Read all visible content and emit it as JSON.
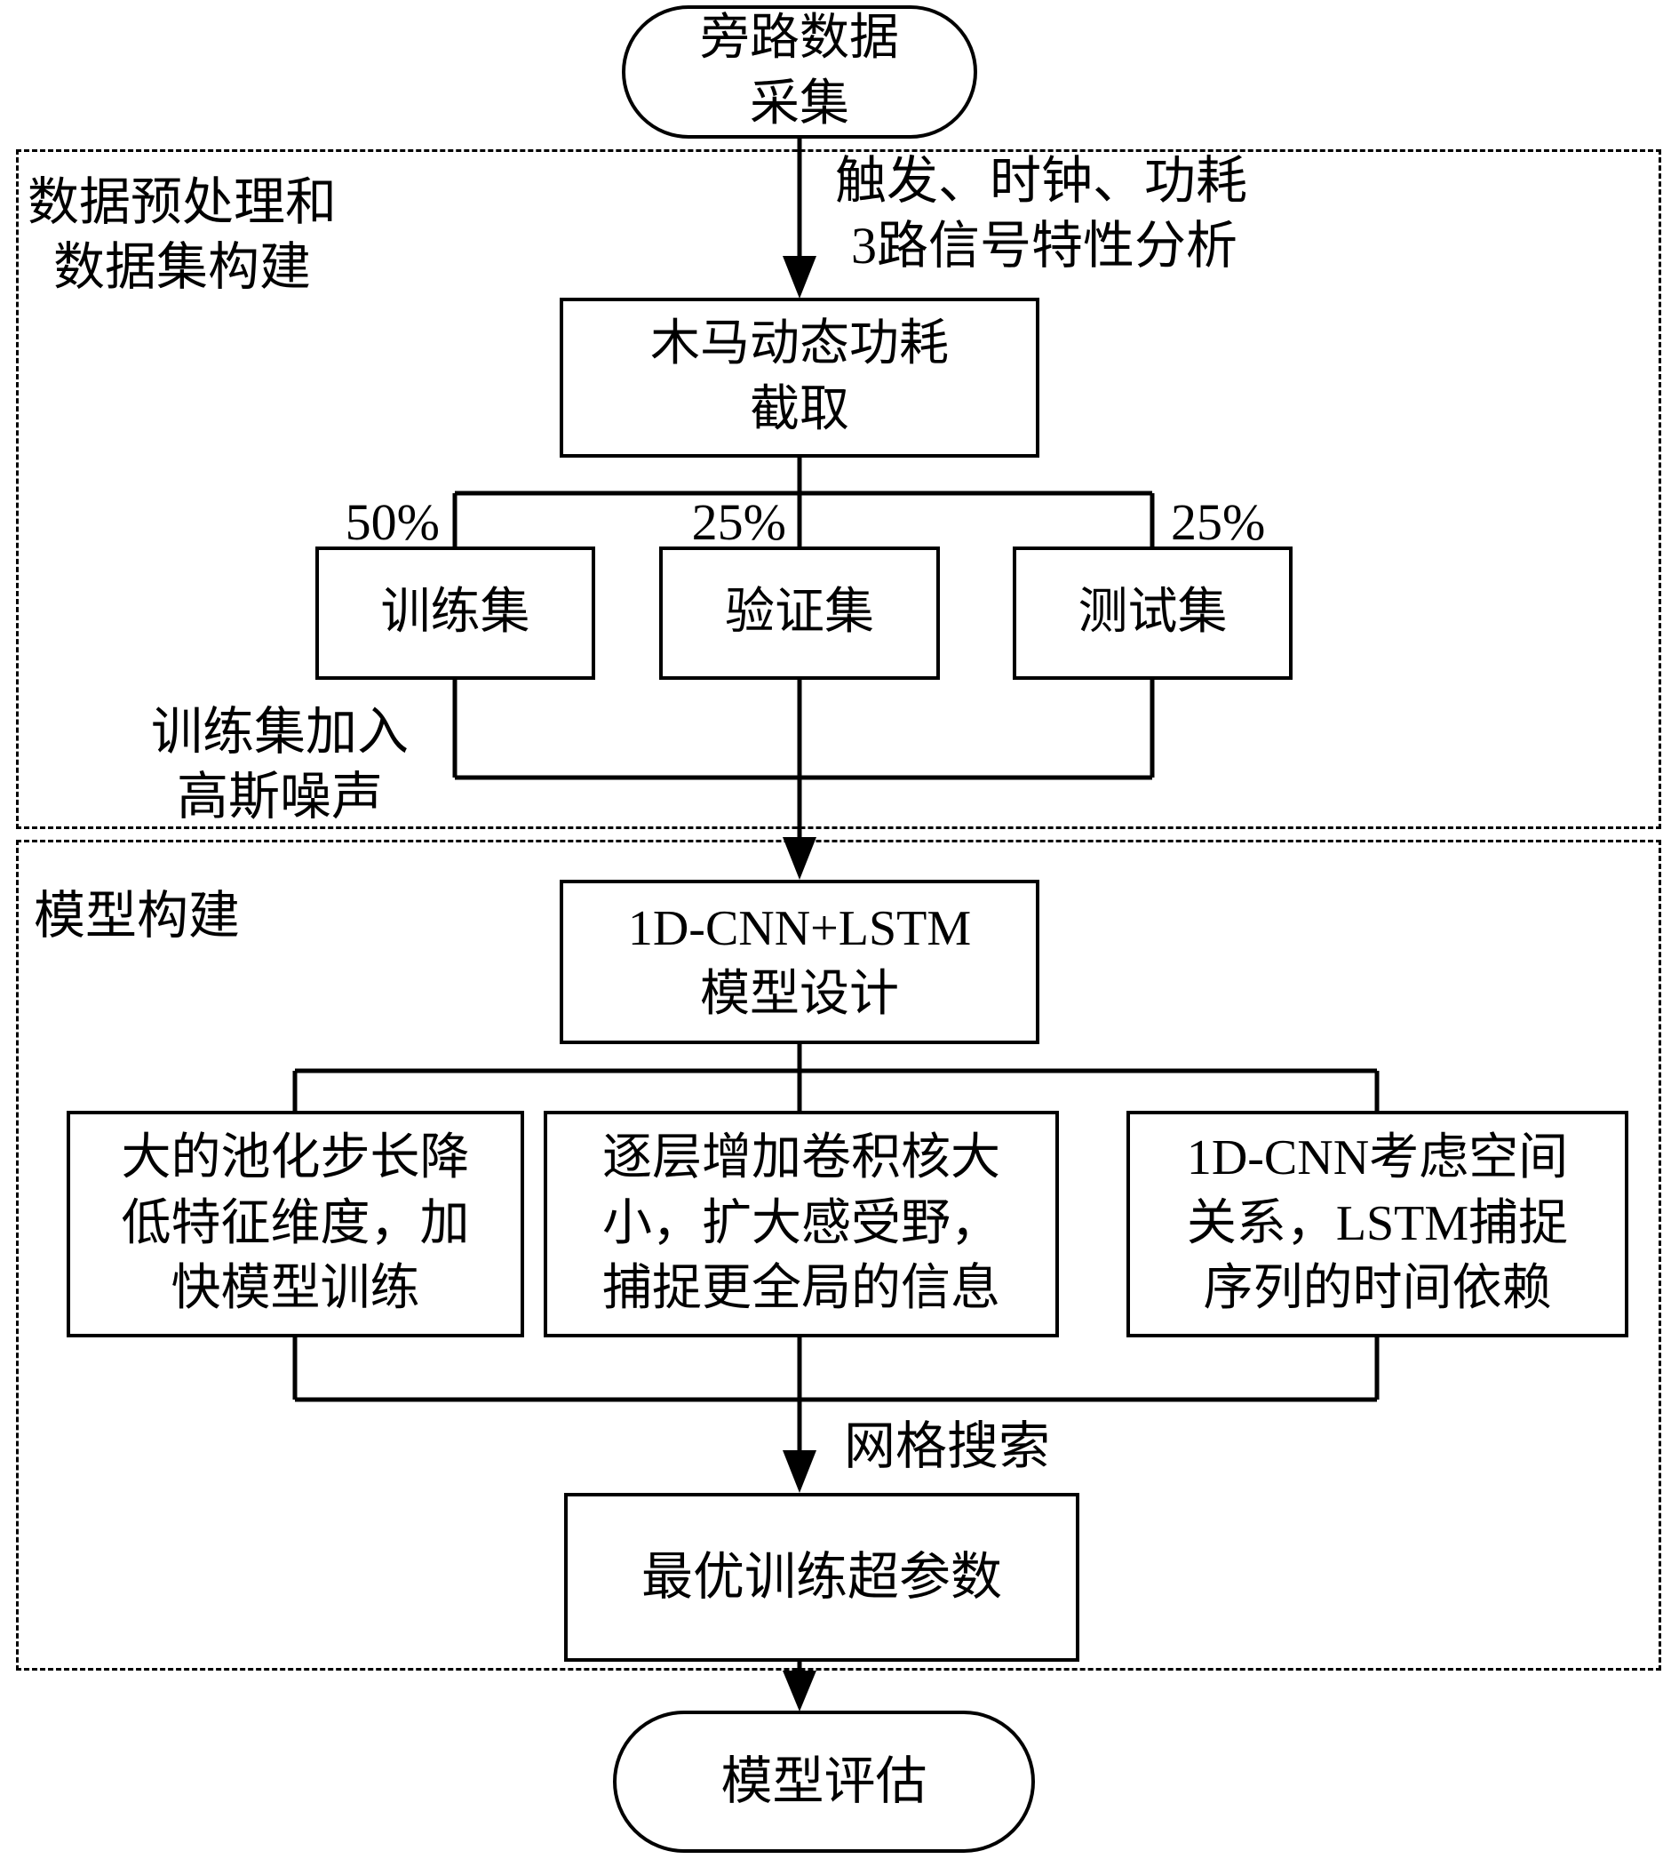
{
  "diagram": {
    "start_node": {
      "lines": [
        "旁路数据",
        "采集"
      ]
    },
    "signal_label": {
      "lines": [
        "触发、时钟、功耗",
        "3路信号特性分析"
      ]
    },
    "region_preprocess": {
      "lines": [
        "数据预处理和",
        "数据集构建"
      ]
    },
    "capture_box": {
      "lines": [
        "木马动态功耗",
        "截取"
      ]
    },
    "split_percentages": {
      "train": "50%",
      "validation": "25%",
      "test": "25%"
    },
    "dataset_boxes": {
      "train": "训练集",
      "validation": "验证集",
      "test": "测试集"
    },
    "noise_label": {
      "lines": [
        "训练集加入",
        "高斯噪声"
      ]
    },
    "region_model": {
      "label": "模型构建"
    },
    "model_design_box": {
      "lines": [
        "1D-CNN+LSTM",
        "模型设计"
      ]
    },
    "feature_boxes": [
      {
        "lines": [
          "大的池化步长降",
          "低特征维度，加",
          "快模型训练"
        ]
      },
      {
        "lines": [
          "逐层增加卷积核大",
          "小，扩大感受野，",
          "捕捉更全局的信息"
        ]
      },
      {
        "lines": [
          "1D-CNN考虑空间",
          "关系，LSTM捕捉",
          "序列的时间依赖"
        ]
      }
    ],
    "grid_search_label": "网格搜索",
    "hyperparameter_box": "最优训练超参数",
    "end_node": "模型评估",
    "colors": {
      "line": "#000000",
      "background": "#ffffff"
    }
  }
}
